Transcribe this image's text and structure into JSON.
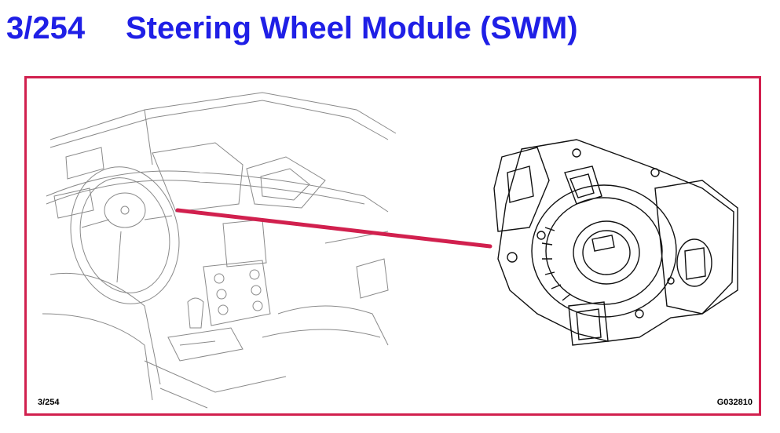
{
  "header": {
    "number": "3/254",
    "title": "Steering Wheel Module (SWM)"
  },
  "figure": {
    "ref_left": "3/254",
    "ref_right": "G032810",
    "pointer_color": "#d1204e",
    "frame_color": "#d1204e",
    "title_color": "#1f1fe6"
  }
}
